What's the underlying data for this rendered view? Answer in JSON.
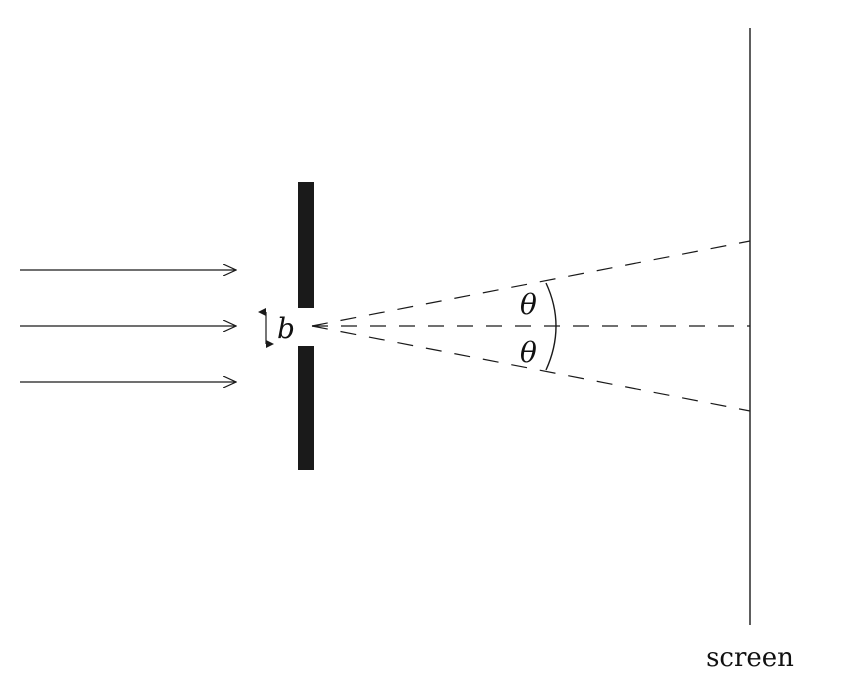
{
  "labels": {
    "slit_width": "b",
    "angle_upper": "θ",
    "angle_lower": "θ",
    "screen": "screen"
  },
  "colors": {
    "ink": "#1a1a1a"
  }
}
